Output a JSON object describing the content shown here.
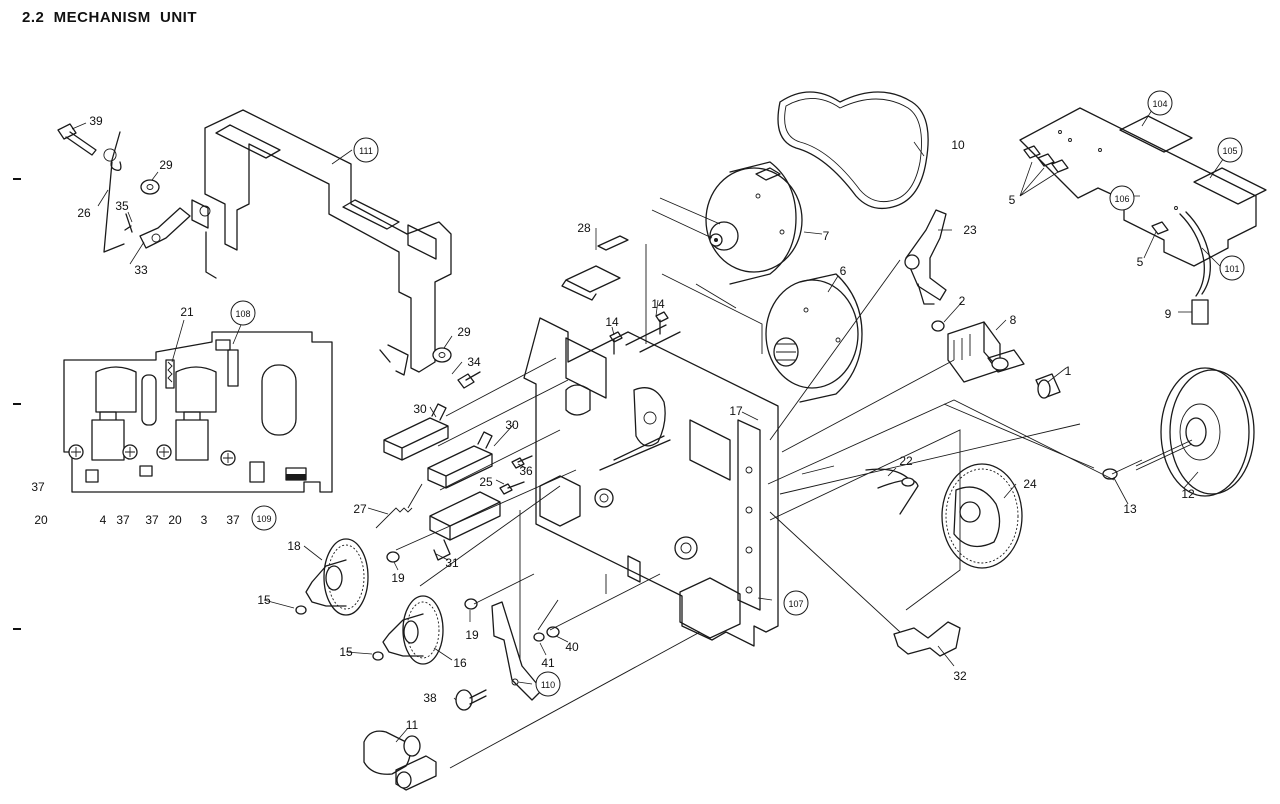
{
  "title": "2.2  MECHANISM  UNIT",
  "callouts": [
    {
      "id": "c39",
      "text": "39",
      "circled": false
    },
    {
      "id": "c26",
      "text": "26",
      "circled": false
    },
    {
      "id": "c29a",
      "text": "29",
      "circled": false
    },
    {
      "id": "c35",
      "text": "35",
      "circled": false
    },
    {
      "id": "c33",
      "text": "33",
      "circled": false
    },
    {
      "id": "c111",
      "text": "111",
      "circled": true
    },
    {
      "id": "c29b",
      "text": "29",
      "circled": false
    },
    {
      "id": "c34",
      "text": "34",
      "circled": false
    },
    {
      "id": "c21",
      "text": "21",
      "circled": false
    },
    {
      "id": "c108",
      "text": "108",
      "circled": true
    },
    {
      "id": "c37a",
      "text": "37",
      "circled": false
    },
    {
      "id": "c20a",
      "text": "20",
      "circled": false
    },
    {
      "id": "c4",
      "text": "4",
      "circled": false
    },
    {
      "id": "c37b",
      "text": "37",
      "circled": false
    },
    {
      "id": "c37c",
      "text": "37",
      "circled": false
    },
    {
      "id": "c20b",
      "text": "20",
      "circled": false
    },
    {
      "id": "c3",
      "text": "3",
      "circled": false
    },
    {
      "id": "c37d",
      "text": "37",
      "circled": false
    },
    {
      "id": "c109",
      "text": "109",
      "circled": true
    },
    {
      "id": "c28",
      "text": "28",
      "circled": false
    },
    {
      "id": "c14a",
      "text": "14",
      "circled": false
    },
    {
      "id": "c14b",
      "text": "14",
      "circled": false
    },
    {
      "id": "c30a",
      "text": "30",
      "circled": false
    },
    {
      "id": "c30b",
      "text": "30",
      "circled": false
    },
    {
      "id": "c36",
      "text": "36",
      "circled": false
    },
    {
      "id": "c25",
      "text": "25",
      "circled": false
    },
    {
      "id": "c27",
      "text": "27",
      "circled": false
    },
    {
      "id": "c31",
      "text": "31",
      "circled": false
    },
    {
      "id": "c18",
      "text": "18",
      "circled": false
    },
    {
      "id": "c19a",
      "text": "19",
      "circled": false
    },
    {
      "id": "c15a",
      "text": "15",
      "circled": false
    },
    {
      "id": "c15b",
      "text": "15",
      "circled": false
    },
    {
      "id": "c16",
      "text": "16",
      "circled": false
    },
    {
      "id": "c19b",
      "text": "19",
      "circled": false
    },
    {
      "id": "c41",
      "text": "41",
      "circled": false
    },
    {
      "id": "c40",
      "text": "40",
      "circled": false
    },
    {
      "id": "c38",
      "text": "38",
      "circled": false
    },
    {
      "id": "c110",
      "text": "110",
      "circled": true
    },
    {
      "id": "c11",
      "text": "11",
      "circled": false
    },
    {
      "id": "c10",
      "text": "10",
      "circled": false
    },
    {
      "id": "c7",
      "text": "7",
      "circled": false
    },
    {
      "id": "c6",
      "text": "6",
      "circled": false
    },
    {
      "id": "c17",
      "text": "17",
      "circled": false
    },
    {
      "id": "c107",
      "text": "107",
      "circled": true
    },
    {
      "id": "c22",
      "text": "22",
      "circled": false
    },
    {
      "id": "c24",
      "text": "24",
      "circled": false
    },
    {
      "id": "c32",
      "text": "32",
      "circled": false
    },
    {
      "id": "c23",
      "text": "23",
      "circled": false
    },
    {
      "id": "c2",
      "text": "2",
      "circled": false
    },
    {
      "id": "c8",
      "text": "8",
      "circled": false
    },
    {
      "id": "c1",
      "text": "1",
      "circled": false
    },
    {
      "id": "c13",
      "text": "13",
      "circled": false
    },
    {
      "id": "c12",
      "text": "12",
      "circled": false
    },
    {
      "id": "c104",
      "text": "104",
      "circled": true
    },
    {
      "id": "c105",
      "text": "105",
      "circled": true
    },
    {
      "id": "c106",
      "text": "106",
      "circled": true
    },
    {
      "id": "c5a",
      "text": "5",
      "circled": false
    },
    {
      "id": "c5b",
      "text": "5",
      "circled": false
    },
    {
      "id": "c101",
      "text": "101",
      "circled": true
    },
    {
      "id": "c9",
      "text": "9",
      "circled": false
    }
  ]
}
